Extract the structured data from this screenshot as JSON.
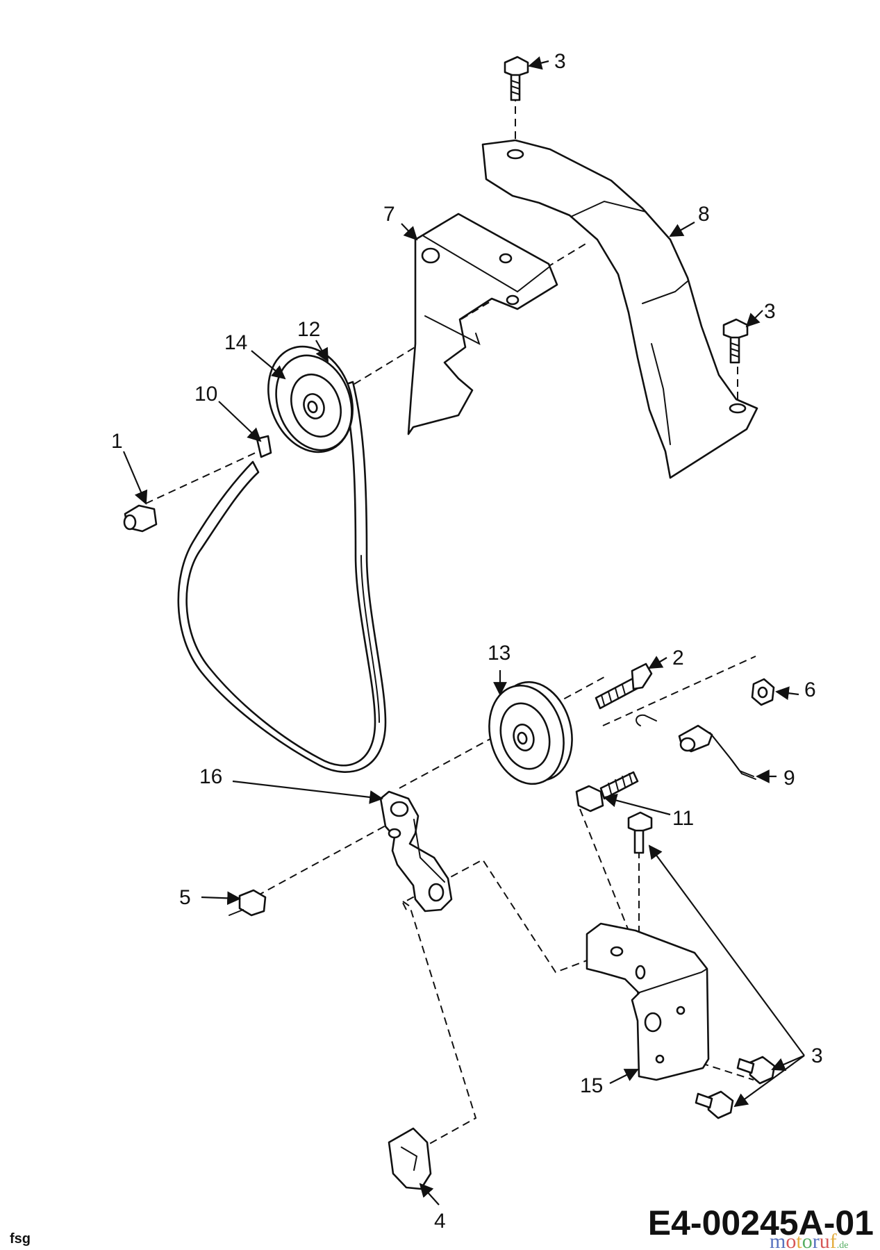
{
  "diagram": {
    "callouts": [
      "1",
      "2",
      "3",
      "4",
      "5",
      "6",
      "7",
      "8",
      "9",
      "10",
      "11",
      "12",
      "13",
      "14",
      "15",
      "16"
    ],
    "drawing_number": "E4-00245A-01",
    "author_initials": "fsg",
    "watermark": {
      "name": "motoruf",
      "suffix": ".de",
      "letter_colors": [
        "#3b5bb5",
        "#d03a3a",
        "#e0a020",
        "#3aa04a",
        "#3b5bb5",
        "#d03a3a",
        "#e0a020"
      ]
    }
  }
}
